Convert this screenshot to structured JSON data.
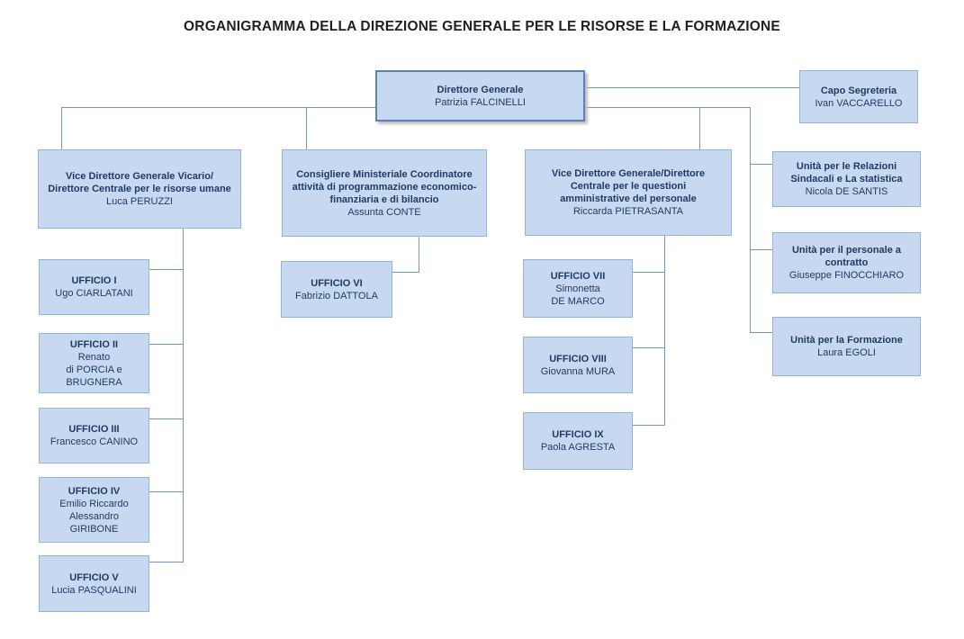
{
  "page_title": "ORGANIGRAMMA DELLA DIREZIONE GENERALE PER LE RISORSE E LA FORMAZIONE",
  "nodes": {
    "direttore_generale": {
      "role": "Direttore Generale",
      "name": "Patrizia FALCINELLI"
    },
    "capo_segreteria": {
      "role": "Capo Segreteria",
      "name": "Ivan VACCARELLO"
    },
    "vice_direttore_vicario": {
      "role": "Vice Direttore Generale Vicario/\nDirettore Centrale per le risorse umane",
      "name": "Luca PERUZZI"
    },
    "consigliere_ministeriale": {
      "role": "Consigliere Ministeriale Coordinatore\nattività di programmazione economico-\nfinanziaria e di bilancio",
      "name": "Assunta CONTE"
    },
    "vice_direttore_generale": {
      "role": "Vice Direttore Generale/Direttore\nCentrale per le questioni\namministrative del personale",
      "name": "Riccarda PIETRASANTA"
    },
    "unita_relazioni_sindacali": {
      "role": "Unità per le Relazioni\nSindacali e La statistica",
      "name": "Nicola DE SANTIS"
    },
    "unita_personale_contratto": {
      "role": "Unità per il personale a\ncontratto",
      "name": "Giuseppe FINOCCHIARO"
    },
    "unita_formazione": {
      "role": "Unità per la Formazione",
      "name": "Laura EGOLI"
    },
    "ufficio_1": {
      "role": "UFFICIO I",
      "name": "Ugo CIARLATANI"
    },
    "ufficio_2": {
      "role": "UFFICIO II",
      "name": "Renato\ndi PORCIA e BRUGNERA"
    },
    "ufficio_3": {
      "role": "UFFICIO III",
      "name": "Francesco CANINO"
    },
    "ufficio_4": {
      "role": "UFFICIO IV",
      "name": "Emilio Riccardo\nAlessandro\nGIRIBONE"
    },
    "ufficio_5": {
      "role": "UFFICIO V",
      "name": "Lucia PASQUALINI"
    },
    "ufficio_6": {
      "role": "UFFICIO VI",
      "name": "Fabrizio DATTOLA"
    },
    "ufficio_7": {
      "role": "UFFICIO VII",
      "name": "Simonetta\nDE MARCO"
    },
    "ufficio_8": {
      "role": "UFFICIO VIII",
      "name": "Giovanna MURA"
    },
    "ufficio_9": {
      "role": "UFFICIO IX",
      "name": "Paola AGRESTA"
    }
  },
  "colors": {
    "box_fill": "#c6d9f1",
    "box_border": "#95b3d7",
    "primary_border": "#5b82b5",
    "connector": "#7396c5",
    "box_text": "#1f3b63",
    "title_text": "#231f20"
  }
}
